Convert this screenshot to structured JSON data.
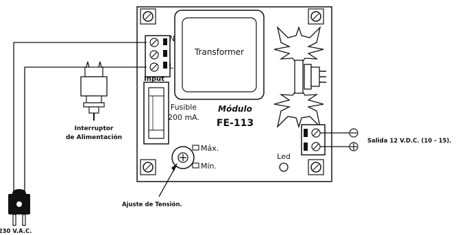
{
  "module": {
    "title": "Módulo",
    "code": "FE-113",
    "transformer_label": "Transformer",
    "input_label": "Input",
    "terminal_n": "N",
    "terminal_l": "L",
    "fuse_label_1": "Fusible",
    "fuse_label_2": "200 mA.",
    "led_label": "Led",
    "pot_max": "Máx.",
    "pot_min": "Mín."
  },
  "external": {
    "switch_label_1": "Interruptor",
    "switch_label_2": "de Alimentación",
    "adjust_label": "Ajuste de Tensión.",
    "output_label": "Salida 12 V.D.C. (10 - 15).",
    "mains_label": "230 V.A.C.",
    "minus_symbol": "⊖",
    "plus_symbol": "⊕"
  }
}
